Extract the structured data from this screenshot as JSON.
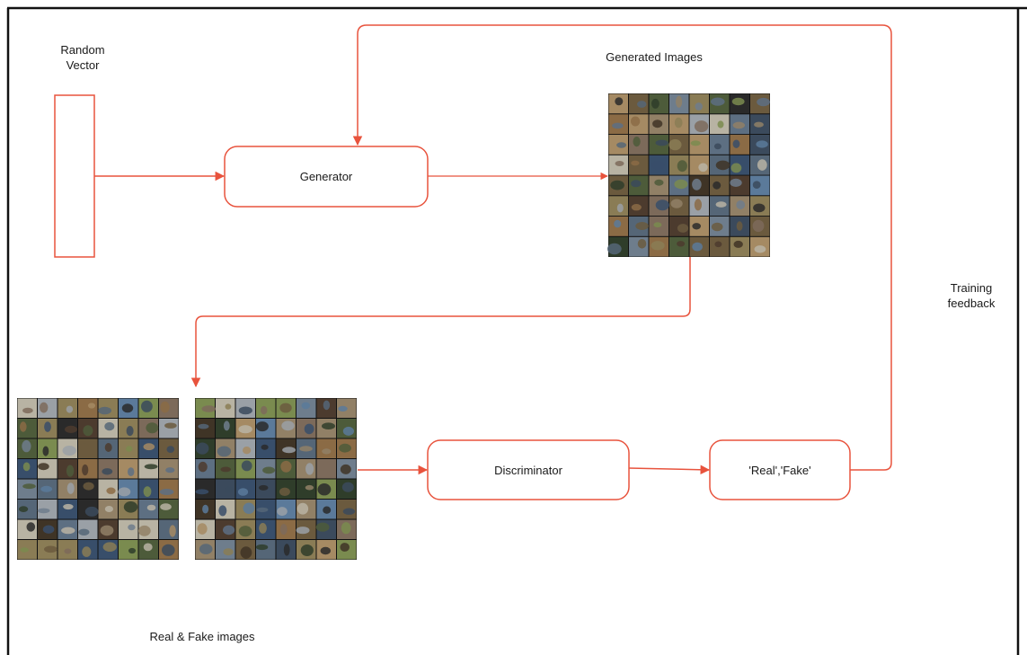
{
  "diagram": {
    "accent_color": "#e8533d",
    "labels": {
      "random_vector": "Random\nVector",
      "generated_images": "Generated Images",
      "generator": "Generator",
      "discriminator": "Discriminator",
      "real_fake_output": "'Real','Fake'",
      "training_feedback": "Training\nfeedback",
      "real_fake_images": "Real & Fake images"
    },
    "image_grids": {
      "generated": "generated-images-grid",
      "real": "real-images-grid",
      "fake": "fake-images-grid"
    }
  }
}
